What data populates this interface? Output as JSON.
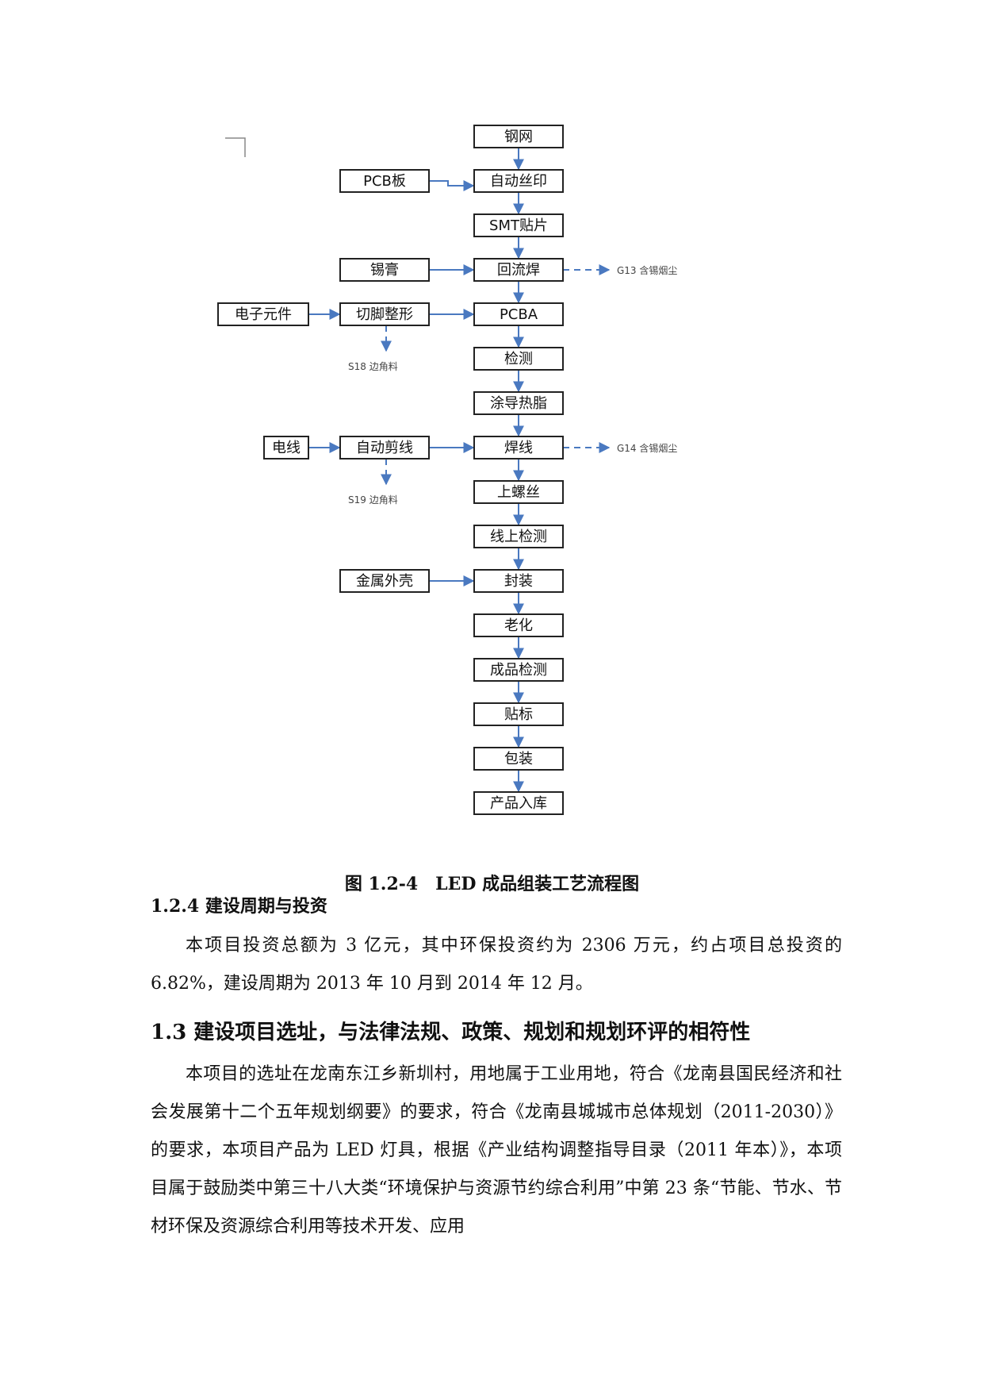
{
  "flowchart": {
    "main": [
      "钢网",
      "自动丝印",
      "SMT贴片",
      "回流焊",
      "PCBA",
      "检测",
      "涂导热脂",
      "焊线",
      "上螺丝",
      "线上检测",
      "封装",
      "老化",
      "成品检测",
      "贴标",
      "包装",
      "产品入库"
    ],
    "inputs": [
      {
        "label": "PCB板",
        "to": 1
      },
      {
        "label": "锡膏",
        "to": 3
      },
      {
        "label": "切脚整形",
        "to": 4
      },
      {
        "label": "自动剪线",
        "to": 7
      },
      {
        "label": "金属外壳",
        "to": 10
      }
    ],
    "sources": [
      {
        "label": "电子元件",
        "to": "切脚整形"
      },
      {
        "label": "电线",
        "to": "自动剪线"
      }
    ],
    "emissions": [
      {
        "label": "G13 含锡烟尘",
        "from": "回流焊"
      },
      {
        "label": "G14 含锡烟尘",
        "from": "焊线"
      }
    ],
    "wastes": [
      {
        "label": "S18 边角料",
        "from": "切脚整形"
      },
      {
        "label": "S19 边角料",
        "from": "自动剪线"
      }
    ],
    "colors": {
      "arrow": "#4a79c0",
      "box_border": "#222222"
    }
  },
  "caption": "图 1.2-4　LED 成品组装工艺流程图",
  "section_124": {
    "heading": "1.2.4  建设周期与投资",
    "para": "本项目投资总额为 3 亿元，其中环保投资约为 2306 万元，约占项目总投资的 6.82%，建设周期为 2013 年 10 月到 2014 年 12 月。"
  },
  "section_13": {
    "heading": "1.3  建设项目选址，与法律法规、政策、规划和规划环评的相符性",
    "para": "本项目的选址在龙南东江乡新圳村，用地属于工业用地，符合《龙南县国民经济和社会发展第十二个五年规划纲要》的要求，符合《龙南县城城市总体规划（2011-2030）》的要求，本项目产品为 LED 灯具，根据《产业结构调整指导目录（2011 年本）》，本项目属于鼓励类中第三十八大类“环境保护与资源节约综合利用”中第 23 条“节能、节水、节材环保及资源综合利用等技术开发、应用"
  }
}
